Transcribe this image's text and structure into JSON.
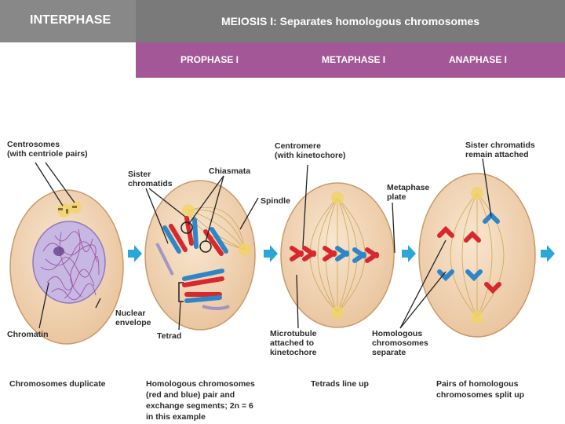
{
  "header": {
    "interphase": "INTERPHASE",
    "meiosis_title": "MEIOSIS I: Separates homologous chromosomes",
    "phases": [
      "PROPHASE I",
      "METAPHASE I",
      "ANAPHASE I"
    ]
  },
  "labels": {
    "centrosomes": [
      "Centrosomes",
      "(with centriole pairs)"
    ],
    "sister_chromatids": [
      "Sister",
      "chromatids"
    ],
    "chiasmata": "Chiasmata",
    "spindle": "Spindle",
    "centromere": [
      "Centromere",
      "(with kinetochore)"
    ],
    "metaphase_plate": [
      "Metaphase",
      "plate"
    ],
    "sister_attached": [
      "Sister chromatids",
      "remain attached"
    ],
    "nuclear_envelope": [
      "Nuclear",
      "envelope"
    ],
    "chromatin": "Chromatin",
    "tetrad": "Tetrad",
    "microtubule": [
      "Microtubule",
      "attached to",
      "kinetochore"
    ],
    "homologous_sep": [
      "Homologous",
      "chromosomes",
      "separate"
    ]
  },
  "captions": {
    "interphase": "Chromosomes duplicate",
    "prophase": [
      "Homologous chromosomes",
      "(red and blue) pair and",
      "exchange segments; 2n = 6",
      "in this example"
    ],
    "metaphase": "Tetrads line up",
    "anaphase": [
      "Pairs of homologous",
      "chromosomes split up"
    ]
  },
  "colors": {
    "header_gray": "#888888",
    "header_gray_dark": "#7a7a7a",
    "header_purple": "#a35796",
    "cell_fill": "#f3d6b8",
    "arrow_blue": "#2aa6d8",
    "chrom_red": "#d8282e",
    "chrom_blue": "#2d86c8",
    "spindle": "#c9a24a"
  }
}
